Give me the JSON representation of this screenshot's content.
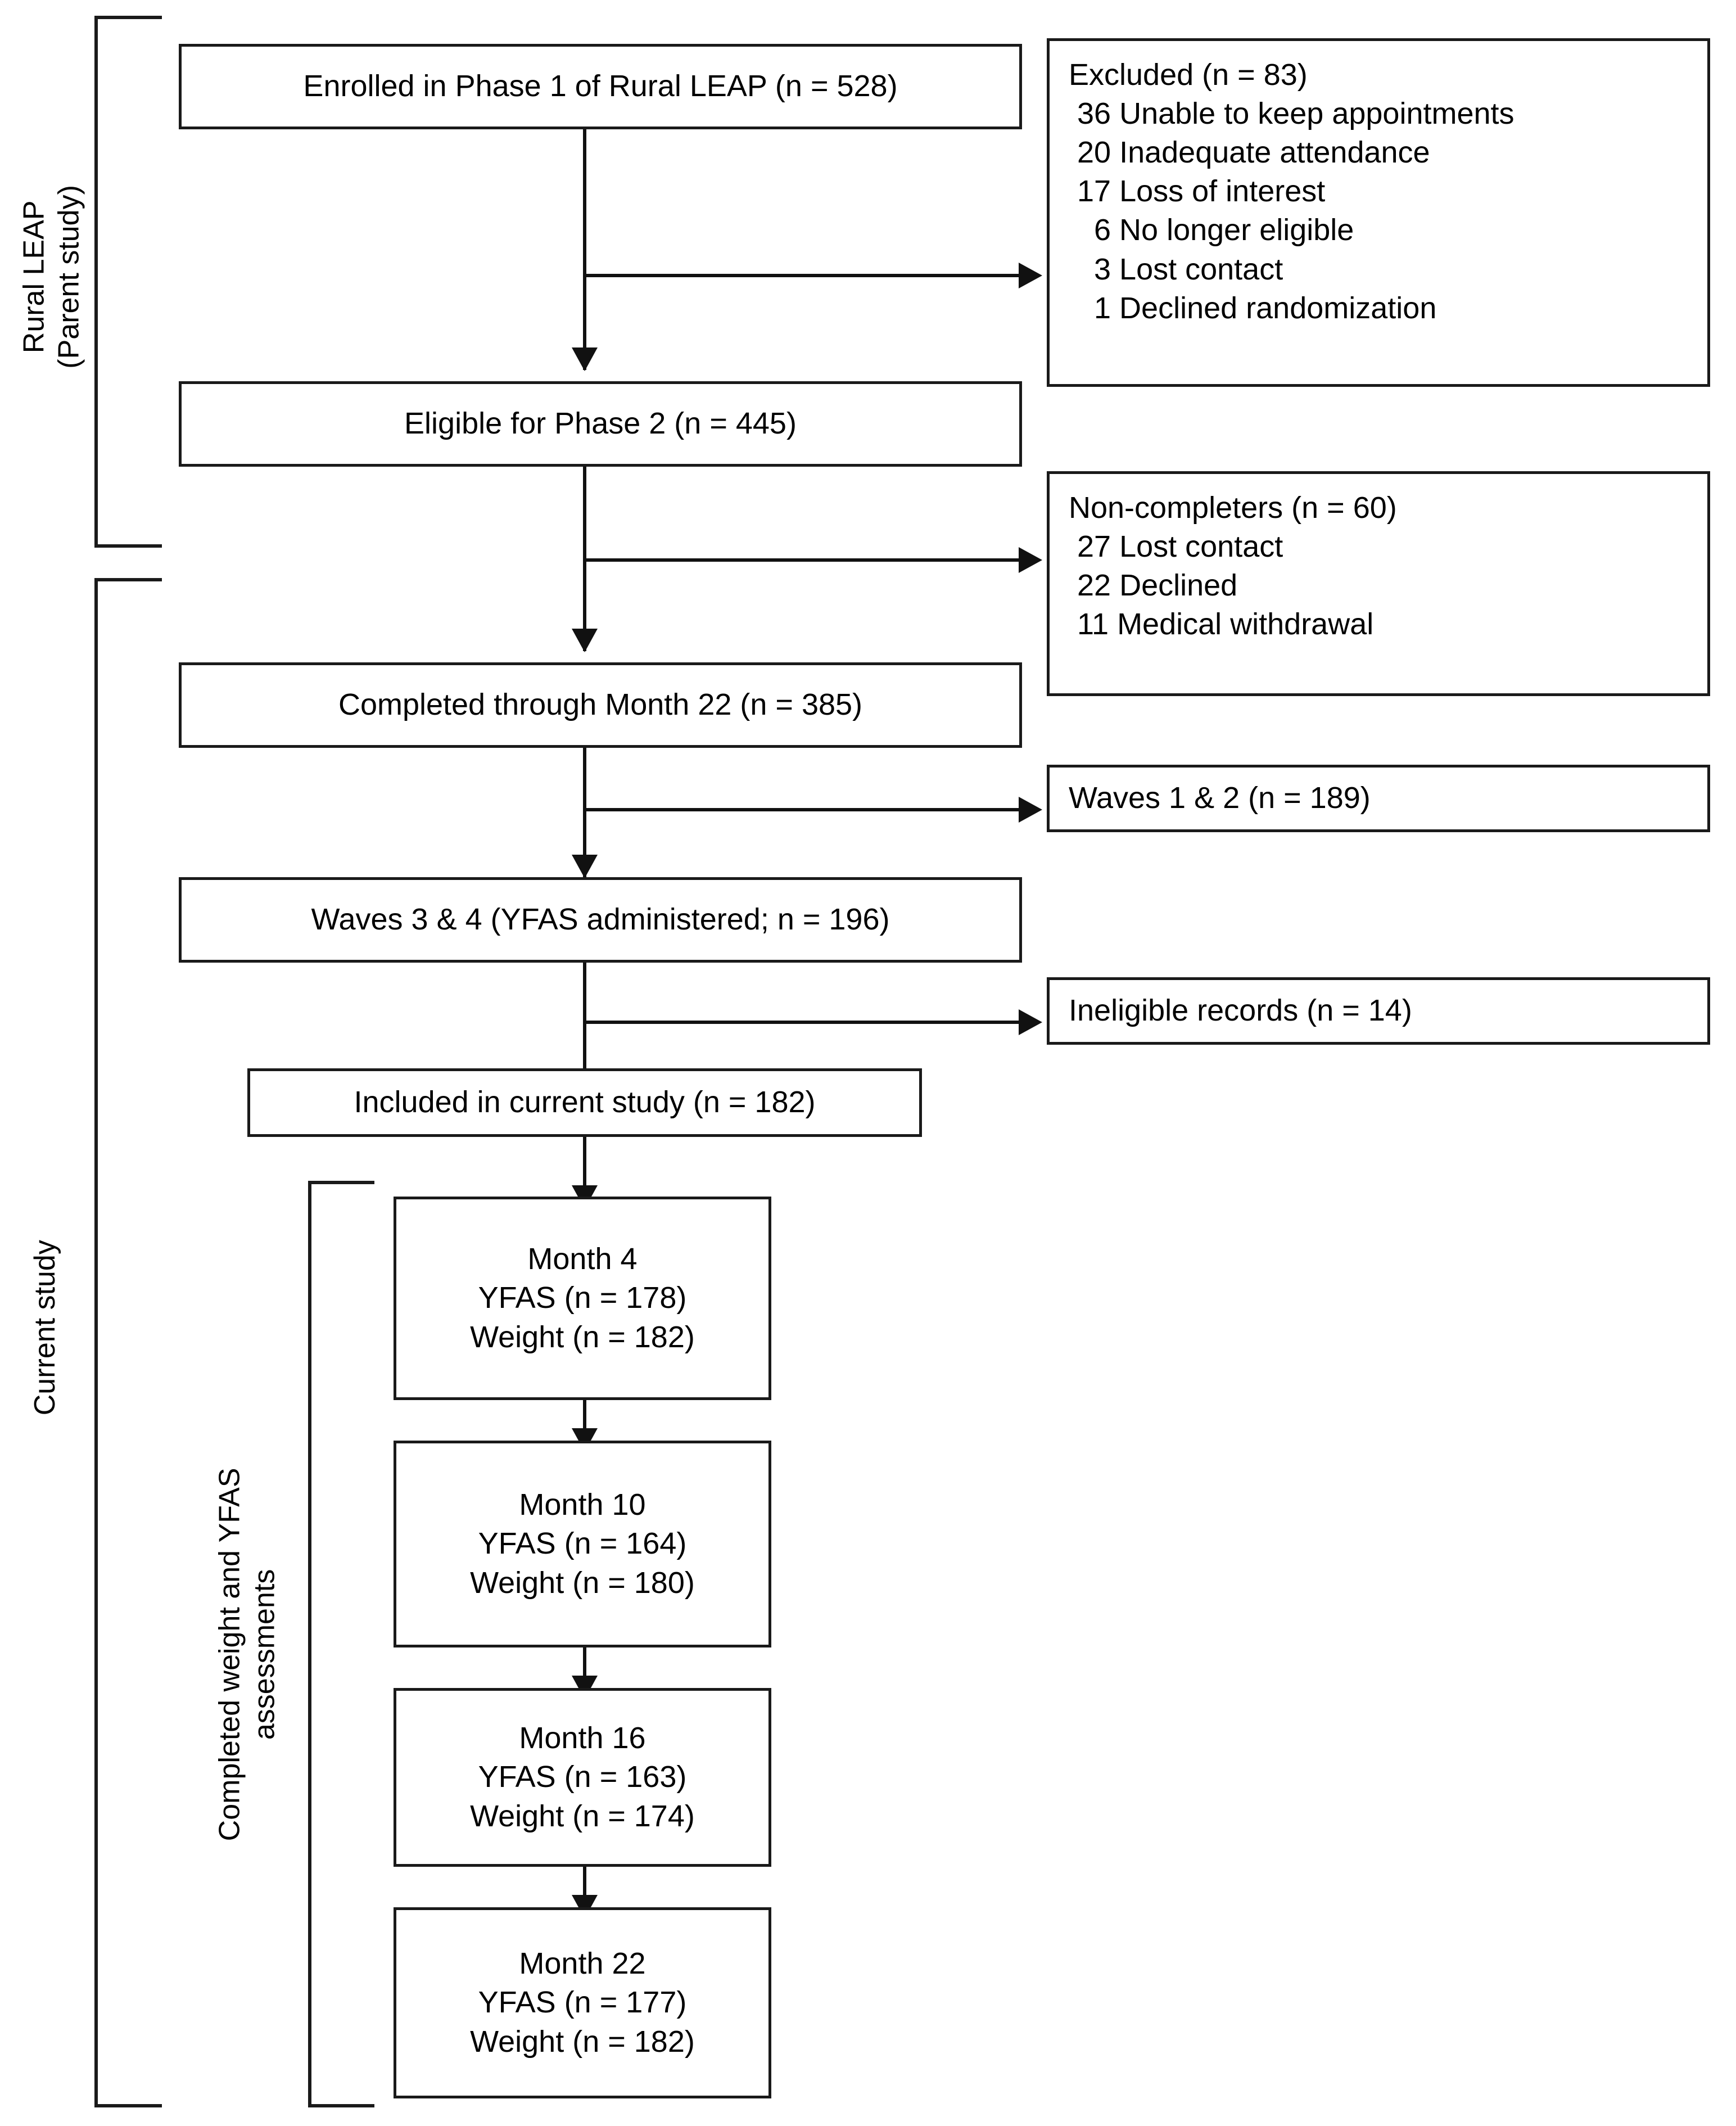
{
  "figure": {
    "type": "participant-flow-diagram",
    "brackets": [
      {
        "name": "rural-leap-parent-study",
        "label": "Rural LEAP\n(Parent study)"
      },
      {
        "name": "current-study",
        "label": "Current study"
      },
      {
        "name": "completed-assessments",
        "label": "Completed weight and YFAS\nassessments"
      }
    ],
    "main_nodes": [
      {
        "id": "enrolled",
        "label": "Enrolled in Phase 1 of Rural LEAP (n = 528)",
        "n": 528
      },
      {
        "id": "eligible",
        "label": "Eligible for Phase 2 (n = 445)",
        "n": 445
      },
      {
        "id": "completed",
        "label": "Completed through Month 22 (n = 385)",
        "n": 385
      },
      {
        "id": "waves34",
        "label": "Waves 3 & 4 (YFAS administered; n = 196)",
        "n": 196
      },
      {
        "id": "included",
        "label": "Included in current study (n = 182)",
        "n": 182
      }
    ],
    "side_nodes": [
      {
        "id": "excluded",
        "title": "Excluded (n = 83)",
        "n": 83,
        "reasons": [
          {
            "count": 36,
            "reason": "Unable to keep appointments",
            "line": " 36 Unable to keep appointments"
          },
          {
            "count": 20,
            "reason": "Inadequate attendance",
            "line": " 20 Inadequate attendance"
          },
          {
            "count": 17,
            "reason": "Loss of interest",
            "line": " 17 Loss of interest"
          },
          {
            "count": 6,
            "reason": "No longer eligible",
            "line": "   6 No longer eligible"
          },
          {
            "count": 3,
            "reason": "Lost contact",
            "line": "   3 Lost contact"
          },
          {
            "count": 1,
            "reason": "Declined randomization",
            "line": "   1 Declined randomization"
          }
        ],
        "text": "Excluded (n = 83)\n 36 Unable to keep appointments\n 20 Inadequate attendance\n 17 Loss of interest\n   6 No longer eligible\n   3 Lost contact\n   1 Declined randomization"
      },
      {
        "id": "non-completers",
        "title": "Non-completers (n = 60)",
        "n": 60,
        "reasons": [
          {
            "count": 27,
            "reason": "Lost contact",
            "line": " 27 Lost contact"
          },
          {
            "count": 22,
            "reason": "Declined",
            "line": " 22 Declined"
          },
          {
            "count": 11,
            "reason": "Medical withdrawal",
            "line": " 11 Medical withdrawal"
          }
        ],
        "text": "Non-completers (n = 60)\n 27 Lost contact\n 22 Declined\n 11 Medical withdrawal"
      },
      {
        "id": "waves12",
        "title": "Waves 1 & 2 (n = 189)",
        "n": 189,
        "text": "Waves 1 & 2 (n = 189)"
      },
      {
        "id": "ineligible",
        "title": "Ineligible records (n = 14)",
        "n": 14,
        "text": "Ineligible records (n = 14)"
      }
    ],
    "assessment_nodes": [
      {
        "id": "month4",
        "month": "Month 4",
        "yfas": "YFAS (n = 178)",
        "weight": "Weight (n = 182)",
        "yfas_n": 178,
        "weight_n": 182,
        "text": "Month 4\nYFAS (n = 178)\nWeight (n = 182)"
      },
      {
        "id": "month10",
        "month": "Month 10",
        "yfas": "YFAS (n = 164)",
        "weight": "Weight (n = 180)",
        "yfas_n": 164,
        "weight_n": 180,
        "text": "Month 10\nYFAS (n = 164)\nWeight (n = 180)"
      },
      {
        "id": "month16",
        "month": "Month 16",
        "yfas": "YFAS (n = 163)",
        "weight": "Weight (n = 174)",
        "yfas_n": 163,
        "weight_n": 174,
        "text": "Month 16\nYFAS (n = 163)\nWeight (n = 174)"
      },
      {
        "id": "month22",
        "month": "Month 22",
        "yfas": "YFAS (n = 177)",
        "weight": "Weight (n = 182)",
        "yfas_n": 177,
        "weight_n": 182,
        "text": "Month 22\nYFAS (n = 177)\nWeight (n = 182)"
      }
    ],
    "colors": {
      "line": "#111111",
      "border": "#1a1a1a",
      "background": "#ffffff",
      "text": "#000000"
    }
  }
}
